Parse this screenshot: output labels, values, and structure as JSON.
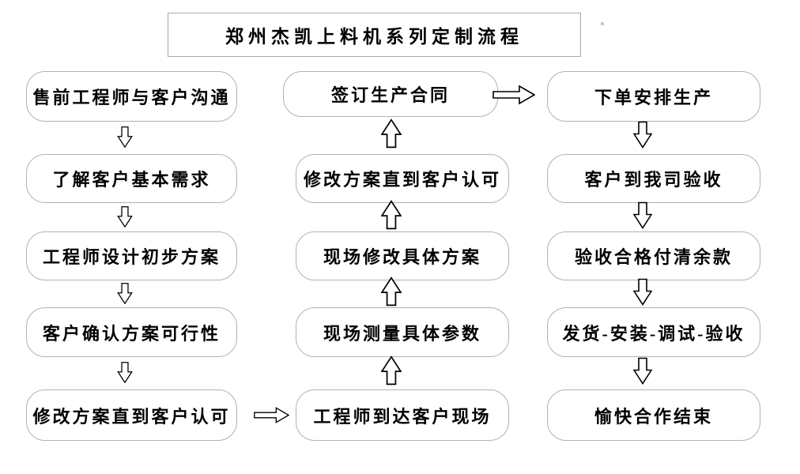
{
  "title": "郑州杰凯上料机系列定制流程",
  "flow": {
    "left": {
      "flow_direction": "down",
      "steps": [
        "售前工程师与客户沟通",
        "了解客户基本需求",
        "工程师设计初步方案",
        "客户确认方案可行性",
        "修改方案直到客户认可"
      ]
    },
    "middle": {
      "flow_direction": "up",
      "steps": [
        "签订生产合同",
        "修改方案直到客户认可",
        "现场修改具体方案",
        "现场测量具体参数",
        "工程师到达客户现场"
      ]
    },
    "right": {
      "flow_direction": "down",
      "steps": [
        "下单安排生产",
        "客户到我司验收",
        "验收合格付清余款",
        "发货-安装-调试-验收",
        "愉快合作结束"
      ]
    }
  },
  "connectors": {
    "left_column_arrows": "down-arrow-icon",
    "middle_column_arrows": "up-arrow-icon",
    "right_column_arrows": "down-arrow-icon",
    "left_to_middle": "right-arrow-icon",
    "middle_to_right": "right-arrow-icon"
  },
  "colors": {
    "background": "#ffffff",
    "box_border": "#b2b2b2",
    "title_border": "#aaaaaa",
    "text": "#000000",
    "arrow_outline": "#000000",
    "arrow_fill": "#ffffff"
  }
}
